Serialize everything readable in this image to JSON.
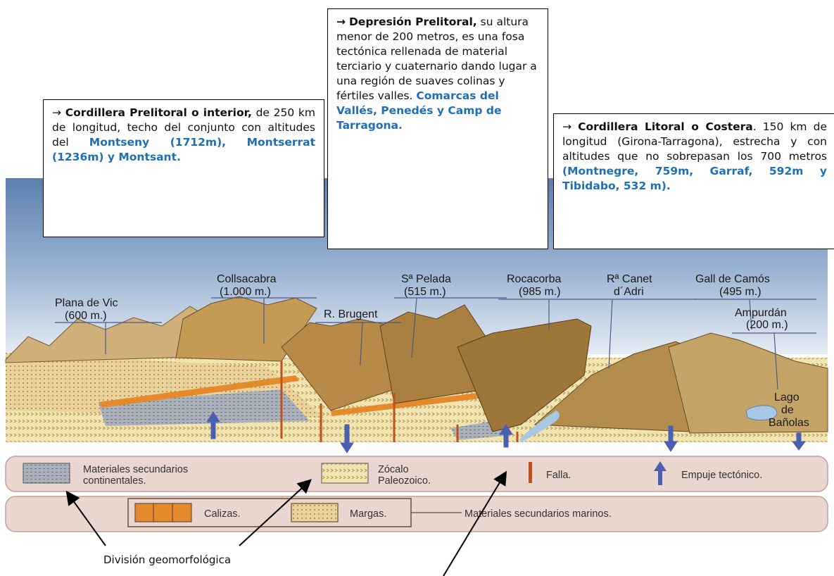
{
  "boxes": {
    "prelitoral": {
      "arrow": "→",
      "title": "Cordillera Prelitoral o interior,",
      "text": " de 250 km de longitud, techo del conjunto con altitudes del ",
      "highlight": "Montseny (1712m), Montserrat (1236m) y Montsant."
    },
    "depresion": {
      "arrow": "→",
      "title": "Depresión Prelitoral,",
      "text": " su altura menor de 200 metros, es una fosa tectónica rellenada de material terciario y cuaternario dando lugar a una región de suaves colinas y fértiles valles. ",
      "highlight": "Comarcas del Vallés, Penedés y Camp de Tarragona."
    },
    "litoral": {
      "arrow": "→",
      "title": "Cordillera Litoral o Costera",
      "text": ". 150 km de longitud (Girona-Tarragona), estrecha y con altitudes que no sobrepasan los 700 metros ",
      "highlight": "(Montnegre, 759m, Garraf, 592m y Tibidabo, 532 m)."
    }
  },
  "diagram": {
    "labels": {
      "plana_de_vic": "Plana de Vic",
      "plana_de_vic_alt": "(600 m.)",
      "collsacabra": "Collsacabra",
      "collsacabra_alt": "(1.000 m.)",
      "r_brugent": "R. Brugent",
      "sa_pelada": "Sª Pelada",
      "sa_pelada_alt": "(515 m.)",
      "rocacorba": "Rocacorba",
      "rocacorba_alt": "(985 m.)",
      "ra_canet": "Rª Canet",
      "ra_canet_2": "d´Adri",
      "gall_de_camos": "Gall de Camós",
      "gall_de_camos_alt": "(495 m.)",
      "ampurdan": "Ampurdán",
      "ampurdan_alt": "(200 m.)",
      "lago_1": "Lago",
      "lago_2": "de",
      "lago_3": "Bañolas"
    },
    "legend": {
      "sec_cont_1": "Materiales secundarios",
      "sec_cont_2": "continentales.",
      "zocalo_1": "Zócalo",
      "zocalo_2": "Paleozoico.",
      "falla": "Falla.",
      "empuje": "Empuje tectónico.",
      "calizas": "Calizas.",
      "margas": "Margas.",
      "marinos": "Materiales secundarios marinos."
    },
    "colors": {
      "sky": "#5a7fae",
      "mountain": "#c89f5a",
      "mountain_dark": "#8a6a3a",
      "zocalo": "#f1e4b0",
      "continental": "#9ea6b0",
      "caliza": "#e58a2c",
      "arrow": "#4a5fb0",
      "lake": "#a8c6e6",
      "legend_bg": "#e9d6ce"
    }
  },
  "caption": "División geomorfológica"
}
